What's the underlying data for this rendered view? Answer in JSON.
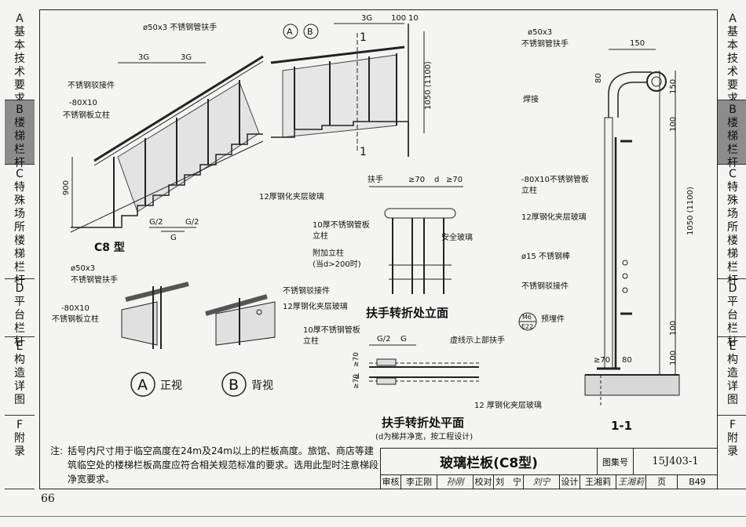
{
  "left_tabs": [
    {
      "letter": "A",
      "chars": [
        "基",
        "本",
        "技",
        "术",
        "要",
        "求"
      ],
      "active": false
    },
    {
      "letter": "B",
      "chars": [
        "楼",
        "梯",
        "栏",
        "杆"
      ],
      "active": true
    },
    {
      "letter": "C",
      "chars": [
        "特",
        "殊",
        "场",
        "所",
        "楼",
        "梯",
        "栏",
        "杆"
      ],
      "active": false
    },
    {
      "letter": "D",
      "chars": [
        "平",
        "台",
        "栏",
        "杆"
      ],
      "active": false
    },
    {
      "letter": "E",
      "chars": [
        "构",
        "造",
        "详",
        "图"
      ],
      "active": false
    },
    {
      "letter": "F",
      "chars": [
        "附",
        "录"
      ],
      "active": false
    }
  ],
  "right_tabs": [
    {
      "letter": "A",
      "chars": [
        "基",
        "本",
        "技",
        "术",
        "要",
        "求"
      ],
      "active": false
    },
    {
      "letter": "B",
      "chars": [
        "楼",
        "梯",
        "栏",
        "杆"
      ],
      "active": true
    },
    {
      "letter": "C",
      "chars": [
        "特",
        "殊",
        "场",
        "所",
        "楼",
        "梯",
        "栏",
        "杆"
      ],
      "active": false
    },
    {
      "letter": "D",
      "chars": [
        "平",
        "台",
        "栏",
        "杆"
      ],
      "active": false
    },
    {
      "letter": "E",
      "chars": [
        "构",
        "造",
        "详",
        "图"
      ],
      "active": false
    },
    {
      "letter": "F",
      "chars": [
        "附",
        "录"
      ],
      "active": false
    }
  ],
  "elevation": {
    "handrail": "ø50x3 不锈钢管扶手",
    "connector": "不锈钢驳接件",
    "post_line1": "-80X10",
    "post_line2": "不锈钢板立柱",
    "glass": "12厚钢化夹层玻璃",
    "dim_3g_a": "3G",
    "dim_3g_b": "3G",
    "dim_900": "900",
    "dim_g2_a": "G/2",
    "dim_g2_b": "G/2",
    "dim_g": "G",
    "caption": "C8 型"
  },
  "section_ref": {
    "circle_a": "A",
    "circle_b": "B",
    "dim_3g": "3G",
    "dim_100": "100",
    "dim_10": "10",
    "cut_label": "1",
    "dim_1050": "1050 (1100)"
  },
  "detail_views": {
    "handrail": "ø50x3",
    "handrail2": "不锈钢管扶手",
    "post1": "-80X10",
    "post2": "不锈钢板立柱",
    "connector": "不锈钢驳接件",
    "glass": "12厚钢化夹层玻璃",
    "view_a_letter": "A",
    "view_a_label": "正视",
    "view_b_letter": "B",
    "view_b_label": "背视"
  },
  "turn_elevation": {
    "top_handrail": "扶手",
    "top_dim1": "≥70",
    "top_dim2": "d",
    "top_dim3": "≥70",
    "post1": "10厚不锈钢管板",
    "post2": "立柱",
    "extra1": "附加立柱",
    "extra2": "(当d>200时)",
    "safety_glass": "安全玻璃",
    "caption": "扶手转折处立面"
  },
  "turn_plan": {
    "post1": "10厚不锈钢管板",
    "post2": "立柱",
    "dim_g2": "G/2",
    "dim_g": "G",
    "dashed": "虚线示上部扶手",
    "side_70a": "≥70",
    "side_d": "d",
    "side_70b": "≥70",
    "glass": "12 厚钢化夹层玻璃",
    "caption": "扶手转折处平面",
    "subcaption": "(d为梯井净宽，按工程设计)"
  },
  "section_1_1": {
    "handrail1": "ø50x3",
    "handrail2": "不锈钢管扶手",
    "dim_150": "150",
    "dim_80": "80",
    "weld": "焊接",
    "dim_150v": "150",
    "dim_100a": "100",
    "post1": "-80X10不锈钢管板",
    "post2": "立柱",
    "glass": "12厚钢化夹层玻璃",
    "rod": "ø15 不锈钢棒",
    "connector": "不锈钢驳接件",
    "embed_m": "M6",
    "embed_e": "E22",
    "embed": "预埋件",
    "dim_1050": "1050 (1100)",
    "dim_100b": "100",
    "dim_100c": "100",
    "dim_70": "≥70",
    "dim_80b": "80",
    "caption": "1-1"
  },
  "note": {
    "label": "注:",
    "text": "括号内尺寸用于临空高度在24m及24m以上的栏板高度。旅馆、商店等建筑临空处的楼梯栏板高度应符合相关规范标准的要求。选用此型时注意梯段净宽要求。"
  },
  "title_block": {
    "title": "玻璃栏板(C8型)",
    "atlas_label": "图集号",
    "atlas_no": "15J403-1",
    "review_label": "审核",
    "reviewer": "李正刚",
    "review_sig": "孙刚",
    "check_label": "校对",
    "checker": "刘　宁",
    "check_sig": "刘宁",
    "design_label": "设计",
    "designer": "王湘莉",
    "design_sig": "王湘莉",
    "page_label": "页",
    "page_no": "B49"
  },
  "page_number": "66"
}
